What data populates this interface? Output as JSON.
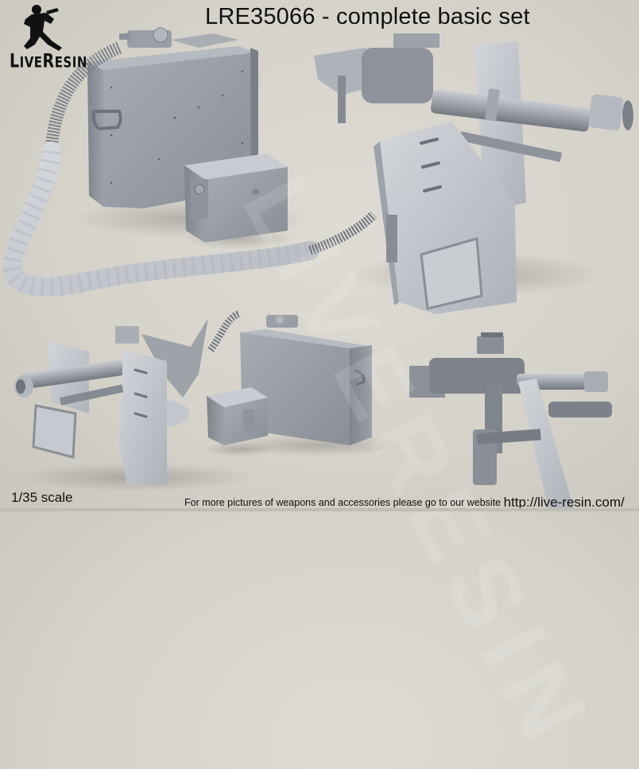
{
  "header": {
    "title": "LRE35066 - complete basic set"
  },
  "logo": {
    "brand_prefix_L": "L",
    "brand_mid": "IVE",
    "brand_R": "R",
    "brand_end": "ESIN",
    "icon": "soldier-figure-icon"
  },
  "footer": {
    "scale": "1/35 scale",
    "info_text": "For more pictures of weapons and accessories please go to our website ",
    "url": "http://live-resin.com/"
  },
  "watermark": {
    "text": "LIVERESIN"
  },
  "scene": {
    "objects": [
      {
        "name": "ammo-box-large-top",
        "label": "Ammunition box with feed chute"
      },
      {
        "name": "battery-box-top",
        "label": "Small box"
      },
      {
        "name": "flexible-feed-chute",
        "label": "Flexible ammo feed chute"
      },
      {
        "name": "minigun-with-shield-top",
        "label": "Minigun with gun shield"
      },
      {
        "name": "minigun-with-shield-bottom-left",
        "label": "Minigun assembly view"
      },
      {
        "name": "ammo-box-bottom",
        "label": "Ammunition box view"
      },
      {
        "name": "small-box-bottom",
        "label": "Small box view"
      },
      {
        "name": "minigun-side-view",
        "label": "Minigun mount side view"
      }
    ]
  },
  "colors": {
    "background": "#d8d5ce",
    "model_gray": "#9ea3ab",
    "model_light": "#c4c8cf",
    "model_dark": "#6b7079",
    "text": "#111111"
  }
}
